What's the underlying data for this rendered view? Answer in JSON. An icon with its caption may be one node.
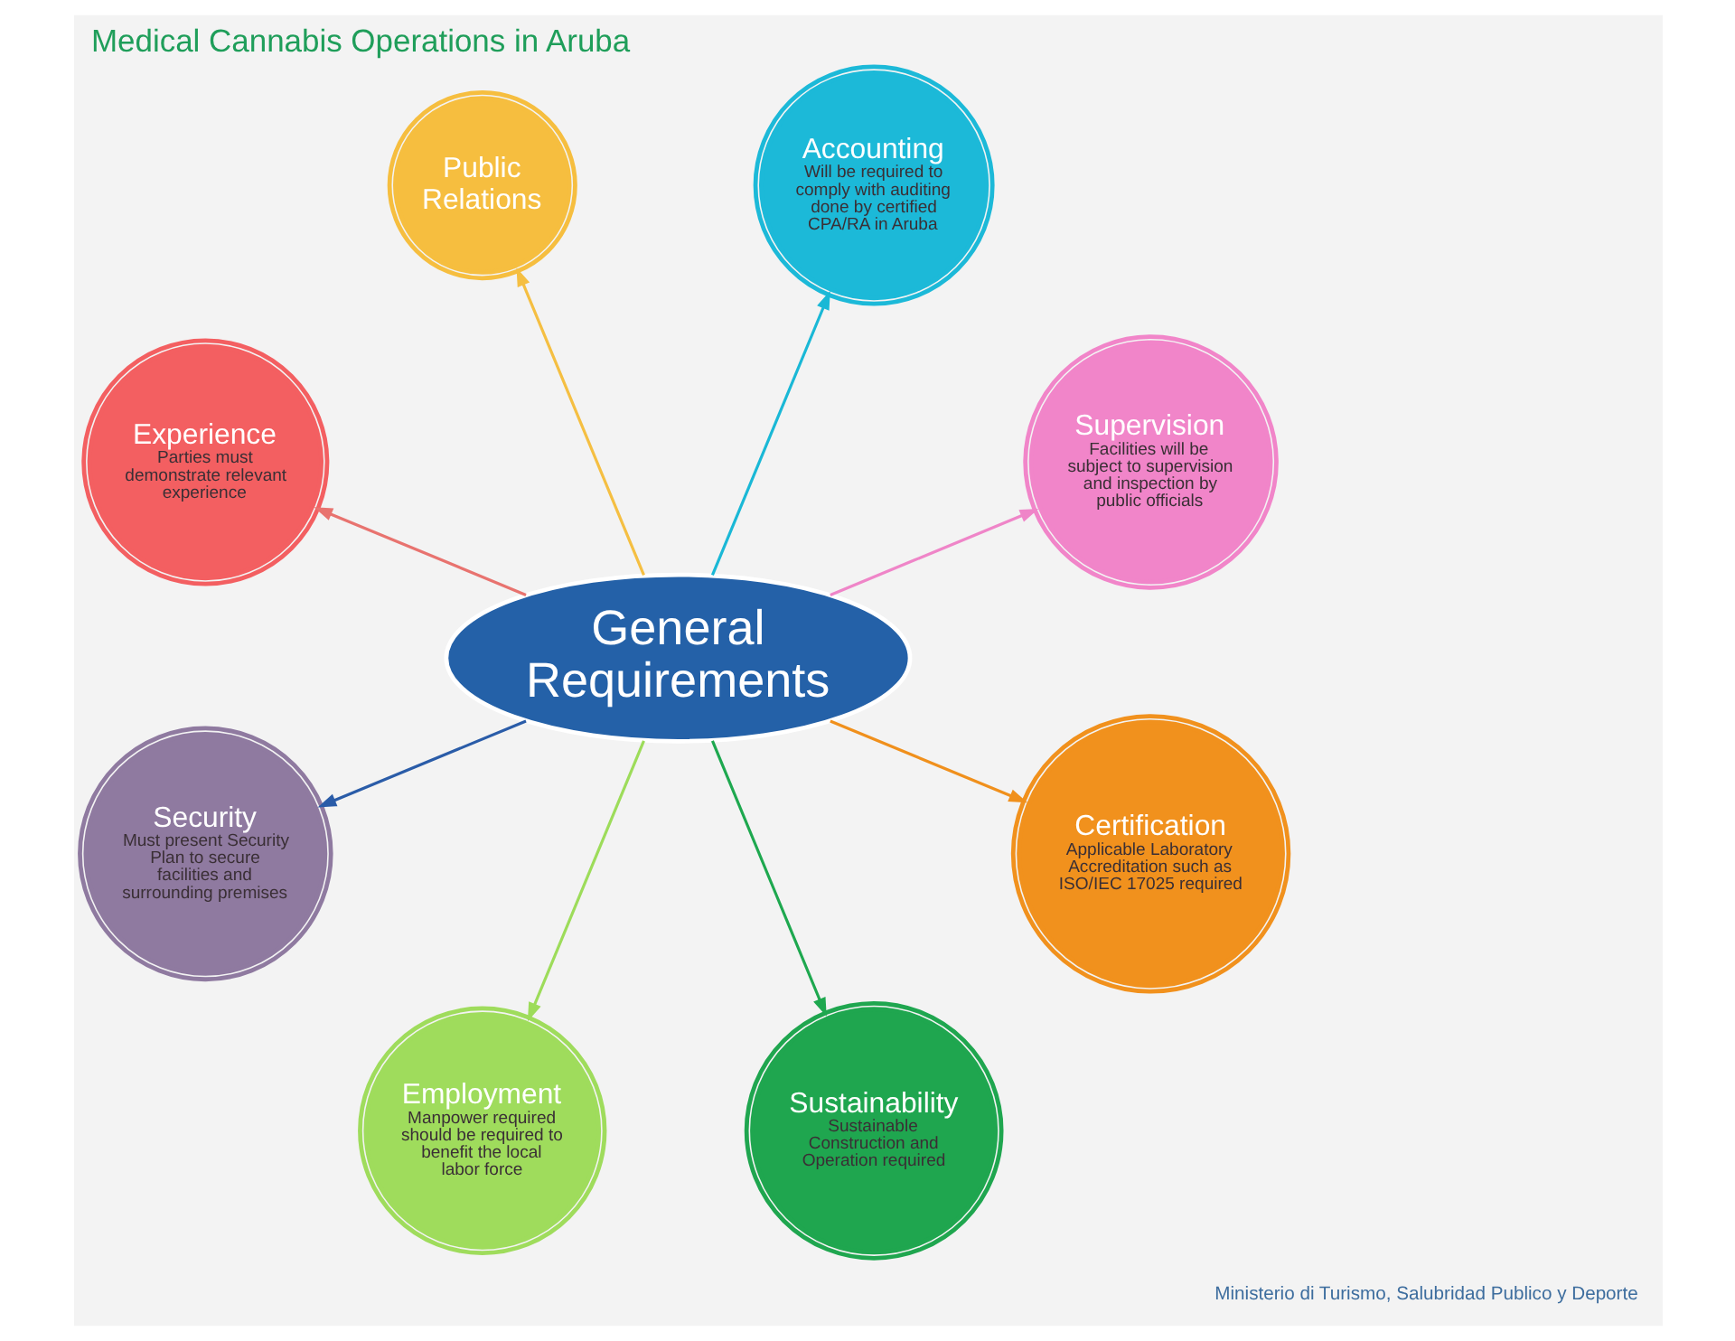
{
  "diagram": {
    "title": "Medical Cannabis Operations in Aruba",
    "nodes": [
      {
        "text": [
          "General Requirements"
        ]
      },
      {
        "text": [
          "Public Relations"
        ]
      },
      {
        "text": [
          "Accounting",
          "Will be required to comply with auditing done by certified CPA/RA in Aruba"
        ]
      },
      {
        "text": [
          "Supervision",
          "Facilities will be subject to supervision  and inspection by public officials"
        ]
      },
      {
        "text": [
          "Certification",
          "Applicable Laboratory Accreditation such as ISO/IEC 17025 required"
        ]
      },
      {
        "text": [
          "Sustainability",
          "Sustainable Construction and Operation required"
        ]
      },
      {
        "text": [
          "Employment",
          "Manpower required should be required to benefit the local labor force"
        ]
      },
      {
        "text": [
          "Security",
          "Must present Security Plan to secure facilities and surrounding premises"
        ]
      },
      {
        "text": [
          "Experience",
          "Parties must demonstrate relevant experience"
        ]
      }
    ],
    "edges": [
      {
        "from": 0,
        "to": 1,
        "arrow": "to",
        "color": "#f5bf42"
      },
      {
        "from": 0,
        "to": 2,
        "arrow": "to",
        "color": "#1ab8d6"
      },
      {
        "from": 0,
        "to": 3,
        "arrow": "to",
        "color": "#ef85c8"
      },
      {
        "from": 0,
        "to": 4,
        "arrow": "to",
        "color": "#f0901c"
      },
      {
        "from": 0,
        "to": 5,
        "arrow": "to",
        "color": "#1ea84f"
      },
      {
        "from": 0,
        "to": 6,
        "arrow": "to",
        "color": "#9ddc5a"
      },
      {
        "from": 0,
        "to": 7,
        "arrow": "to",
        "color": "#2a5ca8"
      },
      {
        "from": 0,
        "to": 8,
        "arrow": "to",
        "color": "#e8736f"
      }
    ],
    "labels": [
      "Ministerio di Turismo, Salubridad Publico y Deporte"
    ]
  }
}
